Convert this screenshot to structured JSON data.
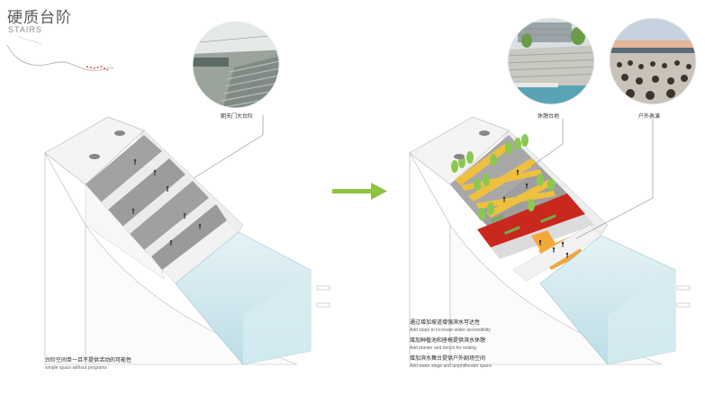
{
  "header": {
    "title_zh": "硬质台阶",
    "title_en": "STAIRS"
  },
  "left_panel": {
    "photo_label": "朝天门大台阶",
    "caption_zh": "台阶空间单一且不提供活动的可能性",
    "caption_en": "simple space without programs"
  },
  "right_panel": {
    "photo_labels": [
      "休憩台地",
      "户外表演"
    ],
    "captions": [
      {
        "zh": "通过增加坡道增强滨水可达性",
        "en": "Add slope to increase water accessibility"
      },
      {
        "zh": "增加种植池和座椅提供滨水休憩",
        "en": "Add planter and bench for resting"
      },
      {
        "zh": "增加滨水舞台提供户外剧场空间",
        "en": "Add water stage and amphitheater space"
      }
    ]
  },
  "colors": {
    "arrow": "#8cc43f",
    "water": "#cfe8ee",
    "steps": "#9a9a9a",
    "ramp": "#f3c23a",
    "red_band": "#c9281e",
    "stage": "#f4a83a",
    "tree": "#8cc850"
  }
}
